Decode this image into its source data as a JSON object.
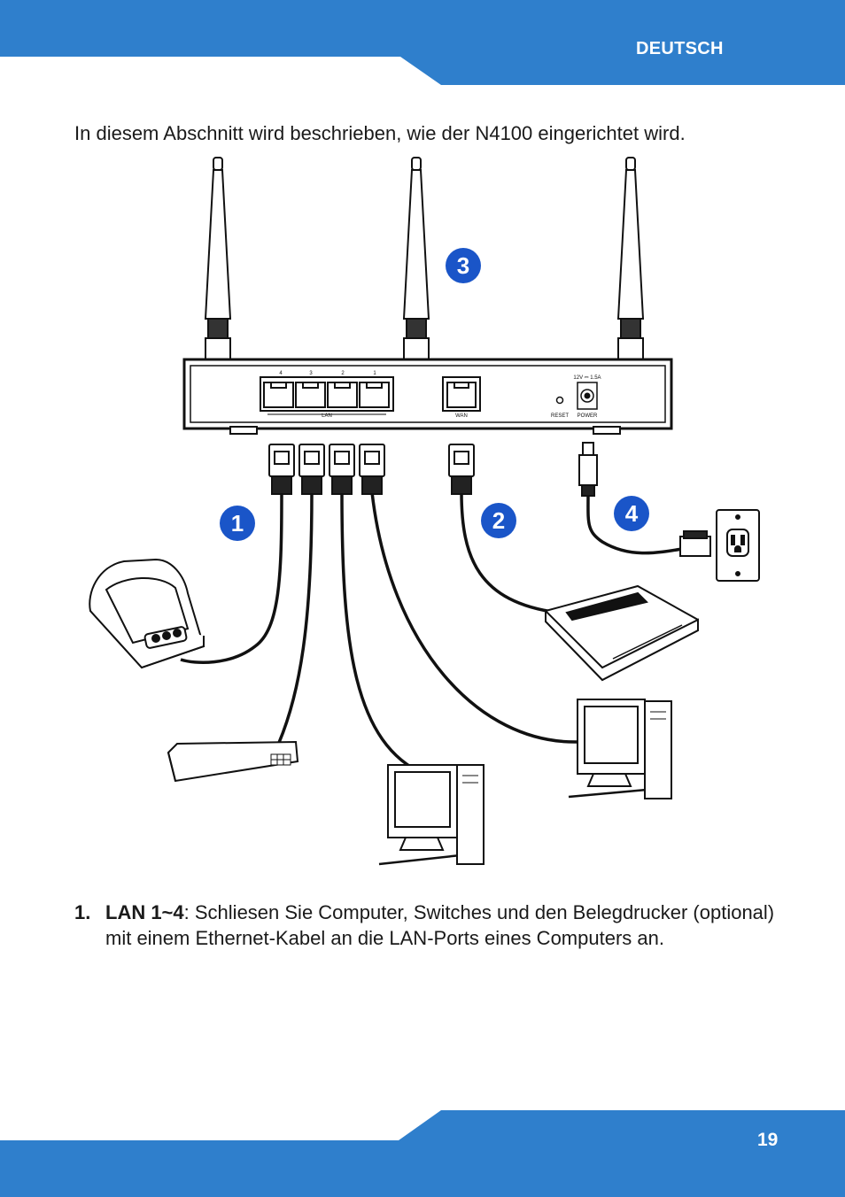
{
  "header": {
    "language": "DEUTSCH",
    "band_color": "#2f7fcc"
  },
  "intro": {
    "text": "In diesem Abschnitt wird beschrieben, wie der N4100 eingerichtet wird."
  },
  "diagram": {
    "router_labels": {
      "lan": "LAN",
      "lan_ports": [
        "4",
        "3",
        "2",
        "1"
      ],
      "wan": "WAN",
      "reset": "RESET",
      "power": "POWER",
      "power_rating": "12V ⎓ 1.5A"
    },
    "callouts": [
      "1",
      "2",
      "3",
      "4"
    ],
    "callout_color": "#1a55c8"
  },
  "steps": [
    {
      "number": "1.",
      "term": "LAN 1~4",
      "text": ": Schliesen Sie Computer, Switches und den Belegdrucker (optional) mit einem Ethernet-Kabel an die LAN-Ports eines Computers an."
    }
  ],
  "footer": {
    "page_number": "19"
  }
}
